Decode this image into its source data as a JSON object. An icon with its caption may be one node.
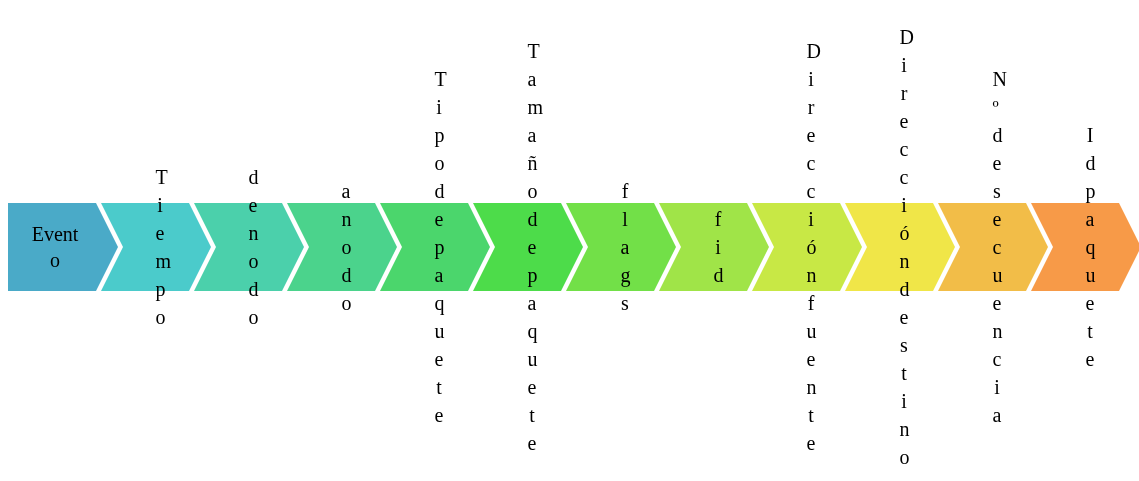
{
  "diagram": {
    "nodes": [
      {
        "text": [
          "Evento"
        ]
      },
      {
        "text": [
          "Tiempo"
        ]
      },
      {
        "text": [
          "de nodo"
        ]
      },
      {
        "text": [
          "a nodo"
        ]
      },
      {
        "text": [
          "Tipo de paquete"
        ]
      },
      {
        "text": [
          "Tamaño de paquete"
        ]
      },
      {
        "text": [
          "flags"
        ]
      },
      {
        "text": [
          "fid"
        ]
      },
      {
        "text": [
          "Dirección fuente"
        ]
      },
      {
        "text": [
          "Dirección destino"
        ]
      },
      {
        "text": [
          "Nº de secuencia"
        ]
      },
      {
        "text": [
          "Id paquete"
        ]
      }
    ]
  }
}
